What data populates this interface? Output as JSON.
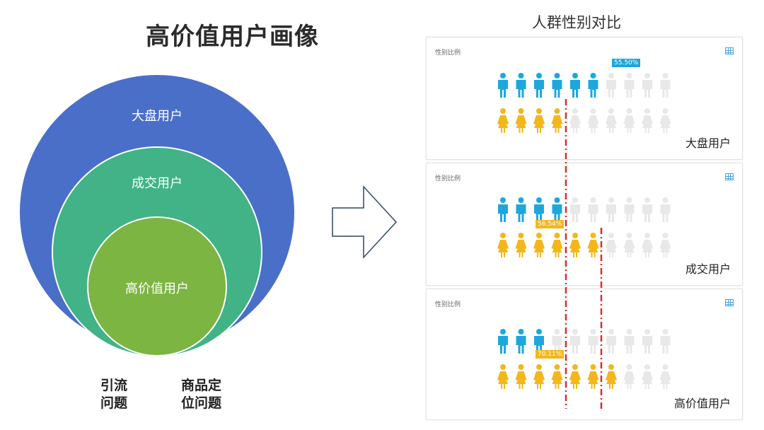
{
  "title": "高价值用户画像",
  "right_title": "人群性别对比",
  "circles": {
    "outer": "大盘用户",
    "middle": "成交用户",
    "inner": "高价值用户",
    "outer_color": "#4a6fc9",
    "middle_color": "#41b387",
    "inner_color": "#7cb542"
  },
  "bottom_labels": {
    "left": "引流\n问题",
    "right": "商品定\n位问题"
  },
  "panels": [
    {
      "label": "性别比例",
      "segment": "大盘用户",
      "percent": "55.50%",
      "male_filled": 6,
      "female_filled": 4,
      "tag_color": "#1ea7dc"
    },
    {
      "label": "性别比例",
      "segment": "成交用户",
      "percent": "56.54%",
      "male_filled": 4,
      "female_filled": 6,
      "tag_color": "#f3b71c"
    },
    {
      "label": "性别比例",
      "segment": "高价值用户",
      "percent": "70.11%",
      "male_filled": 3,
      "female_filled": 7,
      "tag_color": "#f3b71c"
    }
  ],
  "colors": {
    "male": "#1ea7dc",
    "female": "#f3b71c",
    "empty": "#e8e8e8",
    "dash": "#e02a2a"
  }
}
